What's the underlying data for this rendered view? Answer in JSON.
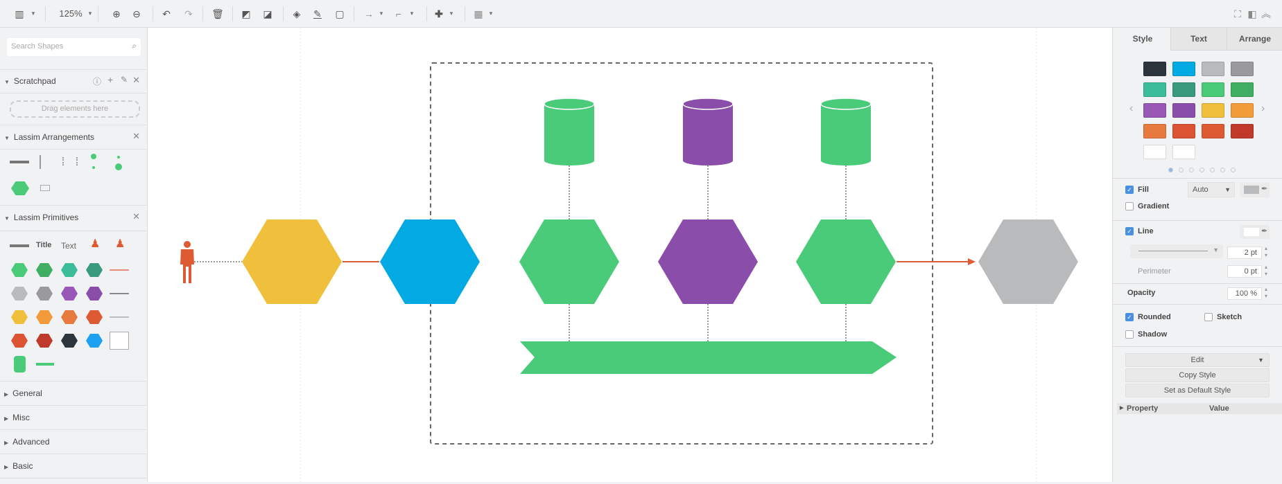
{
  "toolbar": {
    "zoom": "125%"
  },
  "sidebar": {
    "search_placeholder": "Search Shapes",
    "scratchpad": {
      "title": "Scratchpad",
      "drop_hint": "Drag elements here"
    },
    "arrangements": {
      "title": "Lassim Arrangements"
    },
    "primitives": {
      "title": "Lassim Primitives",
      "title_label": "Title",
      "text_label": "Text",
      "hex_colors": [
        "#4ACB79",
        "#3FAE63",
        "#3CBD9A",
        "#3A9A7E",
        "#B8BABC",
        "#9A9A9C",
        "#9A58B6",
        "#8A4DAA",
        "#F0C03C",
        "#F29B3A",
        "#E77B3F",
        "#DE5A33",
        "#DB5333",
        "#C0392B",
        "#2C343C",
        "#1DA1F2"
      ]
    },
    "sections": [
      "General",
      "Misc",
      "Advanced",
      "Basic"
    ]
  },
  "diagram": {
    "colors": {
      "yellow": "#F0C03C",
      "blue": "#03A9E3",
      "green": "#4ACB79",
      "purple": "#8A4DAA",
      "gray": "#B8BABC",
      "person": "#DE5A33",
      "connector": "#DE5A33"
    }
  },
  "panel": {
    "tabs": [
      "Style",
      "Text",
      "Arrange"
    ],
    "swatches": [
      "#2C343C",
      "#03A9E3",
      "#B8BABC",
      "#9A9A9C",
      "#3CBD9A",
      "#3A9A7E",
      "#4ACB79",
      "#3FAE63",
      "#9A58B6",
      "#8A4DAA",
      "#F0C03C",
      "#F29B3A",
      "#E77B3F",
      "#DB5333",
      "#DE5A33",
      "#C0392B",
      "#FFFFFF",
      "#FFFFFF"
    ],
    "fill_label": "Fill",
    "fill_mode": "Auto",
    "gradient_label": "Gradient",
    "line_label": "Line",
    "line_width": "2 pt",
    "perimeter_label": "Perimeter",
    "perimeter_value": "0 pt",
    "opacity_label": "Opacity",
    "opacity_value": "100 %",
    "rounded_label": "Rounded",
    "sketch_label": "Sketch",
    "shadow_label": "Shadow",
    "edit_label": "Edit",
    "copy_style_label": "Copy Style",
    "default_style_label": "Set as Default Style",
    "property_header": "Property",
    "value_header": "Value"
  }
}
